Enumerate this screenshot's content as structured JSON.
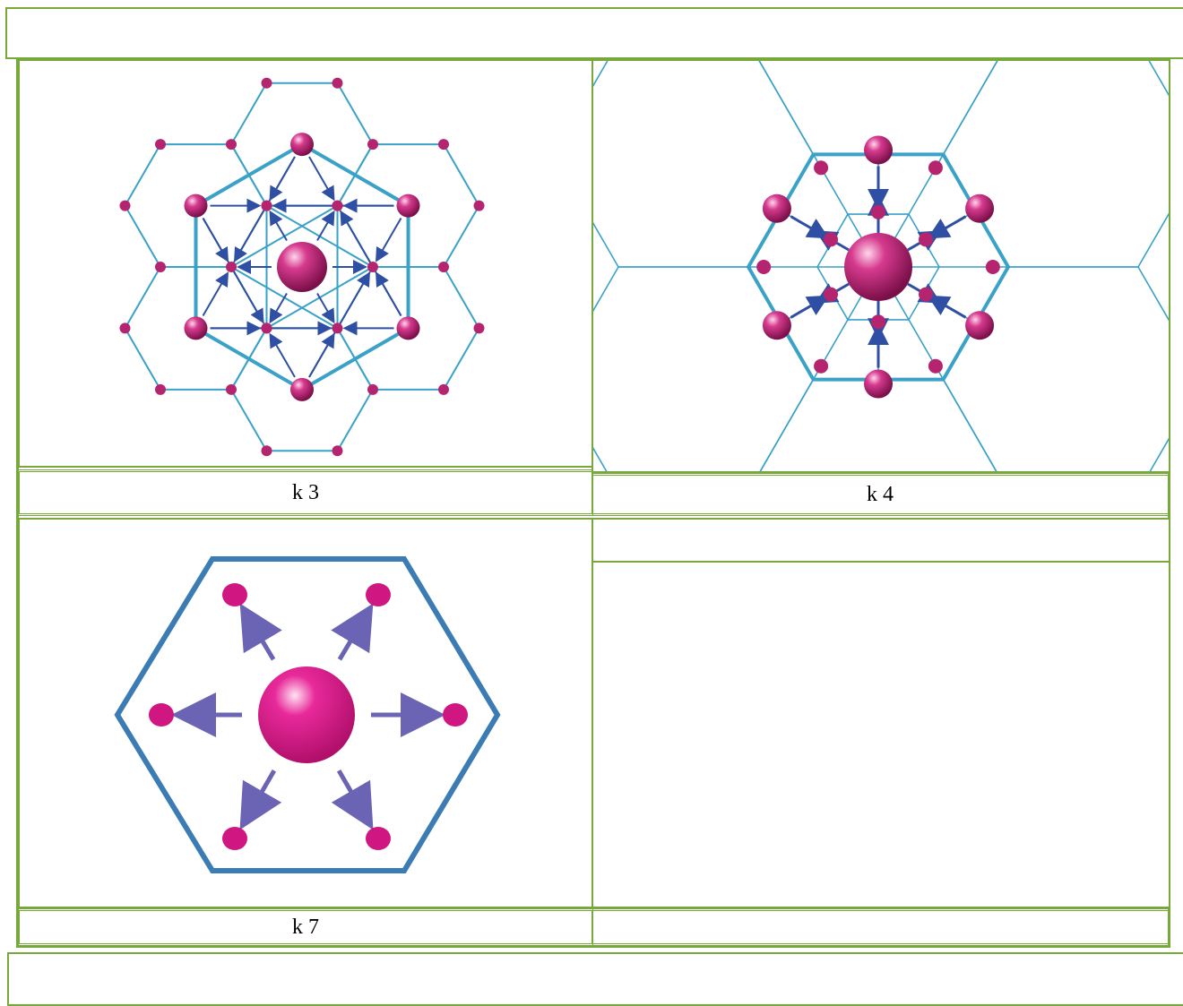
{
  "diagrams": [
    {
      "id": "k3",
      "caption": "k 3"
    },
    {
      "id": "k4",
      "caption": "k 4"
    },
    {
      "id": "k7",
      "caption": "k 7"
    }
  ],
  "colors": {
    "border": "#77a83a",
    "line": "#3aa1c8",
    "node": "#b5246f",
    "arrow": "#2e4fa3",
    "k7_arrow": "#6b63b3",
    "k7_frame": "#3c7cb4",
    "k7_node": "#d01681"
  },
  "icons": [
    "hexagon-lattice",
    "arrow"
  ]
}
